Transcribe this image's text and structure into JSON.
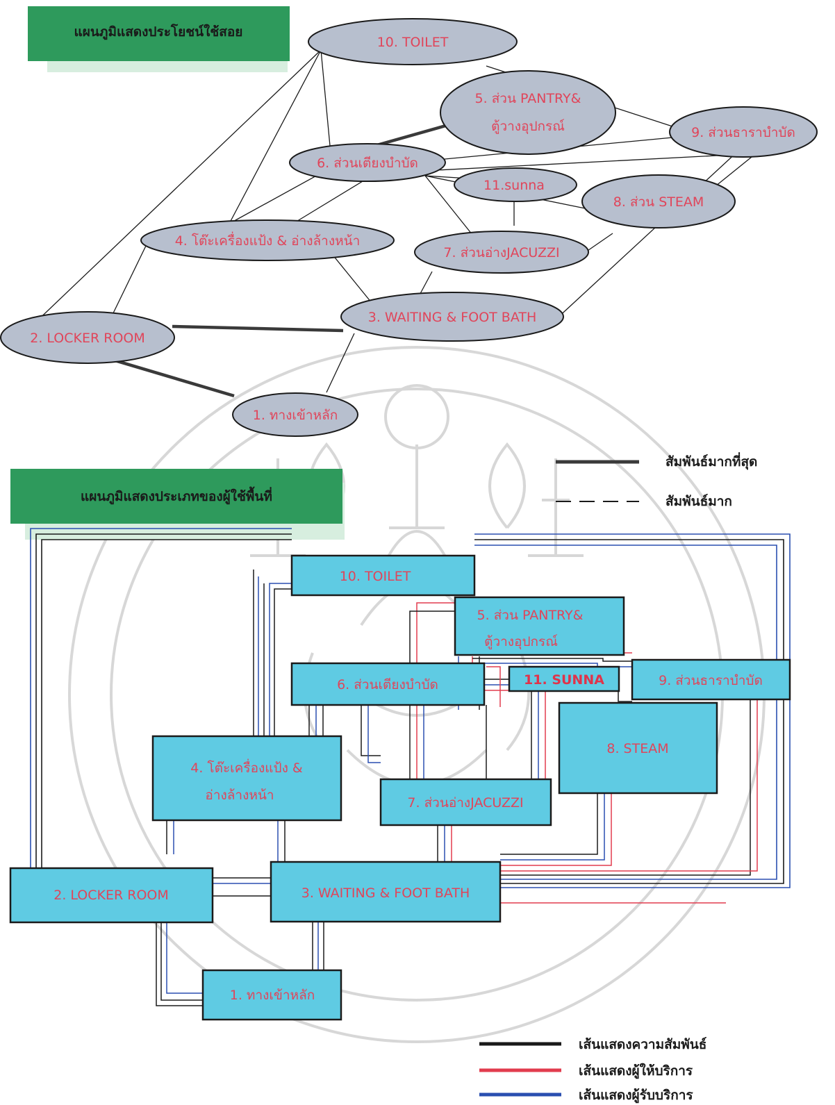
{
  "top": {
    "title": "แผนภูมิแสดงประโยชน์ใช้สอย",
    "nodes": {
      "n10": "10. TOILET",
      "n5a": "5. ส่วน  PANTRY&",
      "n5b": "ตู้วางอุปกรณ์",
      "n9": "9. ส่วนธาราบำบัด",
      "n6": "6. ส่วนเตียงบำบัด",
      "n11": "11.sunna",
      "n8": "8. ส่วน STEAM",
      "n4": "4. โต๊ะเครื่องแป้ง & อ่างล้างหน้า",
      "n7": "7. ส่วนอ่างJACUZZI",
      "n3": "3. WAITING & FOOT BATH",
      "n2": "2. LOCKER ROOM",
      "n1": "1. ทางเข้าหลัก"
    },
    "legend": {
      "strongest": "สัมพันธ์มากที่สุด",
      "strong": "สัมพันธ์มาก"
    }
  },
  "bottom": {
    "title": "แผนภูมิแสดงประเภทของผู้ใช้พื้นที่",
    "nodes": {
      "n10": "10. TOILET",
      "n5a": "5. ส่วน  PANTRY&",
      "n5b": "ตู้วางอุปกรณ์",
      "n9": "9. ส่วนธาราบำบัด",
      "n6": "6. ส่วนเตียงบำบัด",
      "n11": "11. SUNNA",
      "n8": "8. STEAM",
      "n4a": "4. โต๊ะเครื่องแป้ง &",
      "n4b": "อ่างล้างหน้า",
      "n7": "7. ส่วนอ่างJACUZZI",
      "n3": "3. WAITING & FOOT BATH",
      "n2": "2. LOCKER ROOM",
      "n1": "1. ทางเข้าหลัก"
    },
    "legend": {
      "relation": "เส้นแสดงความสัมพันธ์",
      "provider": "เส้นแสดงผู้ให้บริการ",
      "receiver": "เส้นแสดงผู้รับบริการ"
    }
  },
  "colors": {
    "ellipse_fill": "#b7bfce",
    "box_fill": "#5fcbe3",
    "title_fill": "#2e9a5c",
    "title_shadow": "#d7eedf",
    "label": "#e0455a",
    "relation_line": "#1a1a1a",
    "provider_line": "#e23c4e",
    "receiver_line": "#2a4fb0"
  }
}
